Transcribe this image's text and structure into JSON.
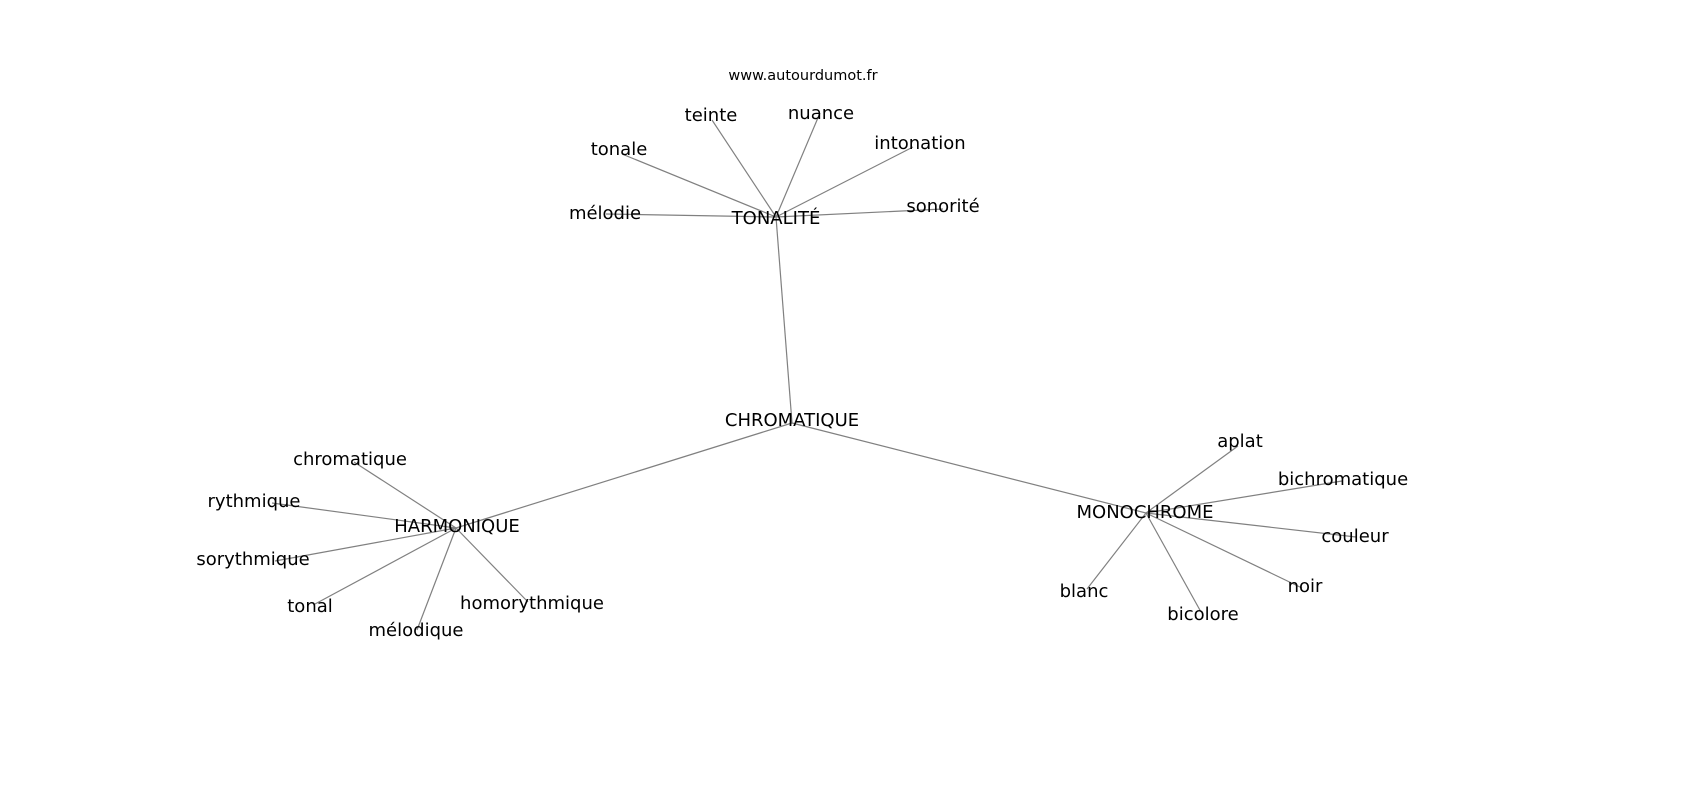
{
  "source": "www.autourdumot.fr",
  "edge_color": "#808080",
  "nodes": [
    {
      "id": "chromatique_root",
      "label": "CHROMATIQUE"
    },
    {
      "id": "tonalite",
      "label": "TONALITÉ"
    },
    {
      "id": "harmonique",
      "label": "HARMONIQUE"
    },
    {
      "id": "monochrome",
      "label": "MONOCHROME"
    },
    {
      "id": "teinte",
      "label": "teinte"
    },
    {
      "id": "nuance",
      "label": "nuance"
    },
    {
      "id": "intonation",
      "label": "intonation"
    },
    {
      "id": "sonorite",
      "label": "sonorité"
    },
    {
      "id": "melodie",
      "label": "mélodie"
    },
    {
      "id": "tonale",
      "label": "tonale"
    },
    {
      "id": "chromatique",
      "label": "chromatique"
    },
    {
      "id": "rythmique",
      "label": "rythmique"
    },
    {
      "id": "sorythmique",
      "label": "sorythmique"
    },
    {
      "id": "tonal",
      "label": "tonal"
    },
    {
      "id": "melodique",
      "label": "mélodique"
    },
    {
      "id": "homorythmique",
      "label": "homorythmique"
    },
    {
      "id": "aplat",
      "label": "aplat"
    },
    {
      "id": "bichromatique",
      "label": "bichromatique"
    },
    {
      "id": "couleur",
      "label": "couleur"
    },
    {
      "id": "noir",
      "label": "noir"
    },
    {
      "id": "bicolore",
      "label": "bicolore"
    },
    {
      "id": "blanc",
      "label": "blanc"
    }
  ],
  "edges": [
    [
      "chromatique_root",
      "tonalite"
    ],
    [
      "chromatique_root",
      "harmonique"
    ],
    [
      "chromatique_root",
      "monochrome"
    ],
    [
      "tonalite",
      "teinte"
    ],
    [
      "tonalite",
      "nuance"
    ],
    [
      "tonalite",
      "intonation"
    ],
    [
      "tonalite",
      "sonorite"
    ],
    [
      "tonalite",
      "melodie"
    ],
    [
      "tonalite",
      "tonale"
    ],
    [
      "harmonique",
      "chromatique"
    ],
    [
      "harmonique",
      "rythmique"
    ],
    [
      "harmonique",
      "sorythmique"
    ],
    [
      "harmonique",
      "tonal"
    ],
    [
      "harmonique",
      "melodique"
    ],
    [
      "harmonique",
      "homorythmique"
    ],
    [
      "monochrome",
      "aplat"
    ],
    [
      "monochrome",
      "bichromatique"
    ],
    [
      "monochrome",
      "couleur"
    ],
    [
      "monochrome",
      "noir"
    ],
    [
      "monochrome",
      "bicolore"
    ],
    [
      "monochrome",
      "blanc"
    ]
  ]
}
